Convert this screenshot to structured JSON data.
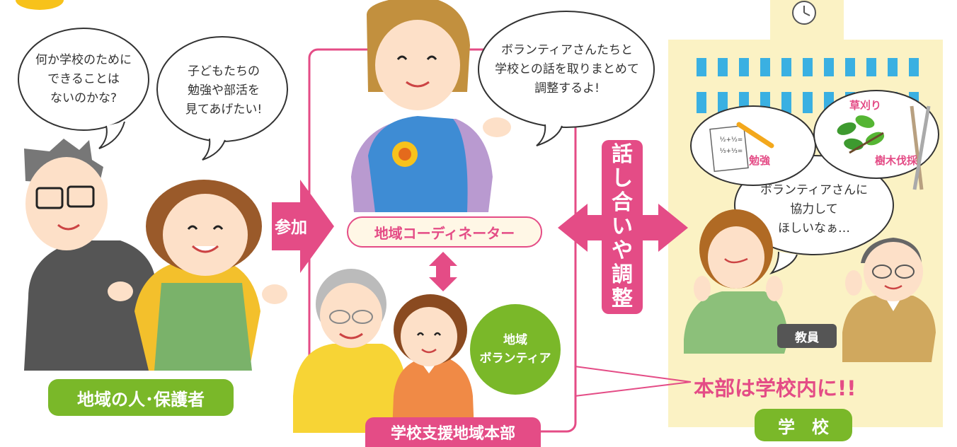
{
  "colors": {
    "pink": "#e44c86",
    "green": "#7ab829",
    "school_bg": "#fbf2c4",
    "window_blue": "#3ab0e2",
    "label_gray": "#555555"
  },
  "bubbles": {
    "parent_left": [
      "何か学校のために",
      "できることは",
      "ないのかな?"
    ],
    "parent_right": [
      "子どもたちの",
      "勉強や部活を",
      "見てあげたい!"
    ],
    "coordinator": [
      "ボランティアさんたちと",
      "学校との話を取りまとめて",
      "調整するよ!"
    ],
    "teacher": [
      "ボランティアさんに",
      "協力して",
      "ほしいなぁ…"
    ]
  },
  "labels": {
    "community_people": "地域の人･保護者",
    "participate": "参加",
    "coordinator": "地域コーディネーター",
    "volunteer": [
      "地域",
      "ボランティア"
    ],
    "hq": "学校支援地域本部",
    "talk": [
      "話",
      "し",
      "合",
      "い",
      "や",
      "調",
      "整"
    ],
    "study": "勉強",
    "mowing": "草刈り",
    "tree_cutting": "樹木伐採",
    "teacher": "教員",
    "hq_in_school": "本部は学校内に!!",
    "school": "学　校"
  },
  "math_note": [
    "½+½=",
    "⅓+⅓="
  ]
}
